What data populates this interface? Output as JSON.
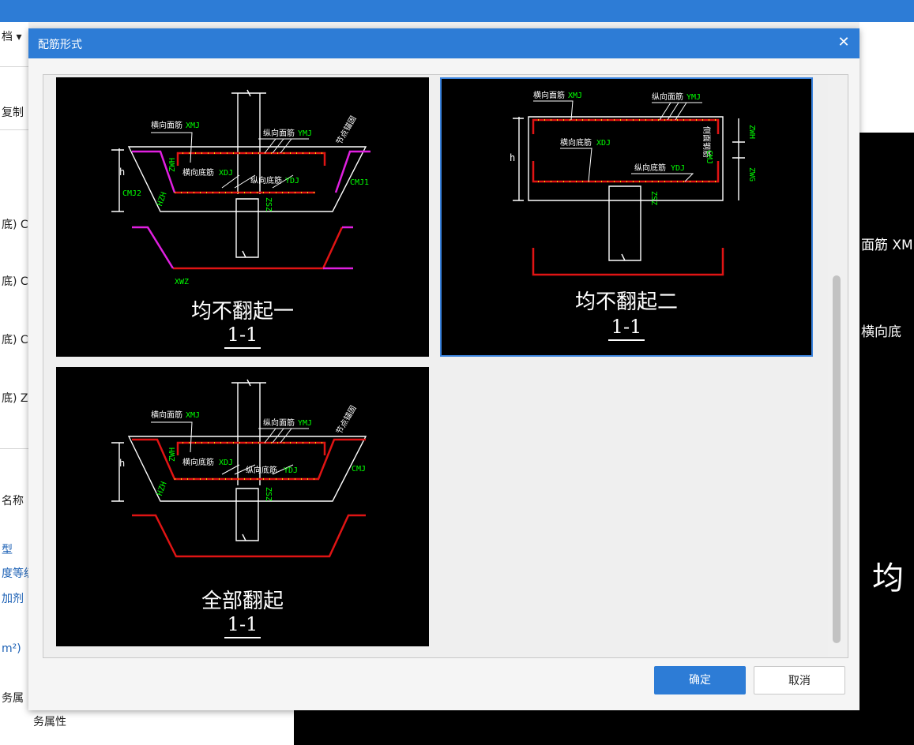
{
  "background": {
    "left_texts": [
      "档 ▾",
      "复制",
      "底) C",
      "底) C",
      "底) C",
      "底) Z",
      "名称",
      "型",
      "度等级",
      "加剂",
      "m²)",
      "务属",
      "务属性"
    ],
    "right_texts": [
      "面筋 XM",
      "横向底",
      "均"
    ]
  },
  "dialog": {
    "title": "配筋形式",
    "ok_label": "确定",
    "cancel_label": "取消",
    "options": [
      {
        "caption": "均不翻起一",
        "section": "1-1",
        "labels": [
          "横向面筋",
          "XMJ",
          "纵向面筋",
          "YMJ",
          "节点锚固",
          "横向底筋",
          "XDJ",
          "纵向底筋",
          "YDJ",
          "ZWH",
          "CMJ1",
          "CMJ2",
          "ZSZ",
          "HZH",
          "XWZ",
          "h"
        ]
      },
      {
        "caption": "均不翻起二",
        "section": "1-1",
        "labels": [
          "横向面筋",
          "XMJ",
          "纵向面筋",
          "YMJ",
          "横向底筋",
          "XDJ",
          "纵向底筋",
          "YDJ",
          "侧面钢筋",
          "CMJ",
          "ZWH",
          "ZWG",
          "ZSZ",
          "h"
        ]
      },
      {
        "caption": "全部翻起",
        "section": "1-1",
        "labels": [
          "横向面筋",
          "XMJ",
          "纵向面筋",
          "YMJ",
          "节点锚固",
          "横向底筋",
          "XDJ",
          "纵向底筋",
          "YDJ",
          "ZWH",
          "CMJ",
          "ZSZ",
          "HZH",
          "h"
        ]
      }
    ]
  },
  "colors": {
    "accent": "#2d7cd6",
    "rebar_red": "#e01414",
    "rebar_magenta": "#e020e0",
    "label_green": "#00ff00"
  }
}
